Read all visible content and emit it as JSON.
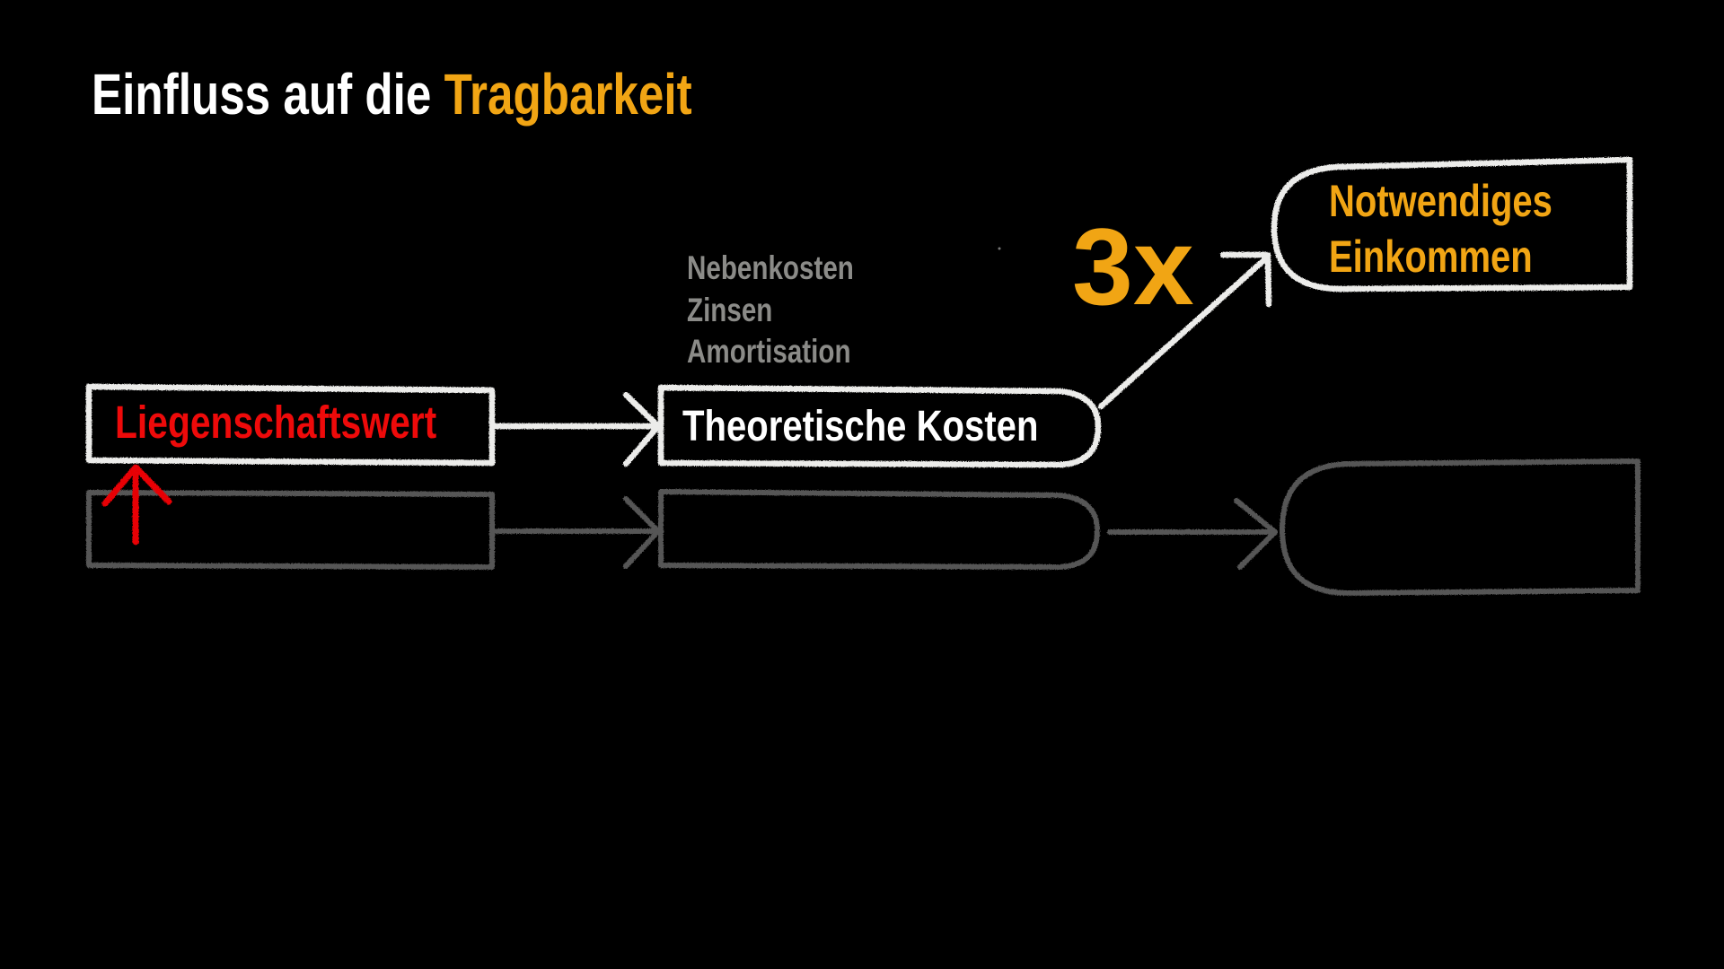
{
  "slide": {
    "title": {
      "prefix": "Einfluss auf die ",
      "highlight": "Tragbarkeit"
    },
    "colors": {
      "background": "#000000",
      "chalk_white": "#e8e8e6",
      "chalk_ghost": "#5a5a5a",
      "accent_orange": "#f1a514",
      "alert_red": "#ee0a0a",
      "muted_grey": "#8b8b88"
    }
  },
  "diagram": {
    "nodes": [
      {
        "id": "liegenschaftswert",
        "label": "Liegenschaftswert",
        "shape": "rectangle",
        "color": "#ee0a0a",
        "indicator": "arrow-up (increase)"
      },
      {
        "id": "theoretische_kosten",
        "label": "Theoretische Kosten",
        "shape": "rounded-right",
        "color": "#ffffff"
      },
      {
        "id": "notwendiges_einkommen",
        "label_lines": [
          "Notwendiges",
          "Einkommen"
        ],
        "shape": "rounded-left",
        "color": "#f1a514"
      }
    ],
    "cost_components": [
      "Nebenkosten",
      "Zinsen",
      "Amortisation"
    ],
    "multiplier": "3x",
    "edges": [
      {
        "from": "liegenschaftswert",
        "to": "theoretische_kosten"
      },
      {
        "from": "theoretische_kosten",
        "to": "notwendiges_einkommen",
        "label": "3x"
      }
    ],
    "ghost_row": {
      "description": "faded duplicate of the flow (box, arrow, rounded box, arrow, rounded box) without labels"
    }
  }
}
